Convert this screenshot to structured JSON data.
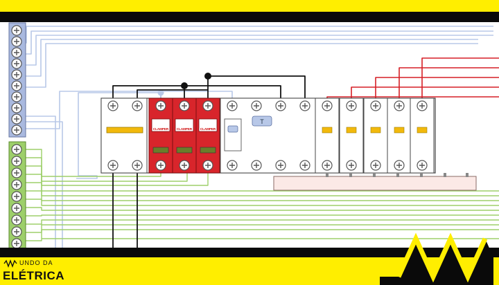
{
  "colors": {
    "frame_yellow": "#ffee00",
    "frame_black": "#0a0a0a",
    "neutral_bar": "#a9b9df",
    "ground_bar": "#9dcf6a",
    "dps_red": "#d8252b",
    "phase_wire": "#d61f26",
    "neutral_wire": "#b8c8e8",
    "ground_wire": "#9dcf6a",
    "breaker_indicator": "#f2b90c"
  },
  "components": {
    "dps_brand": "CLAMPER",
    "dr_label": "T"
  },
  "logo": {
    "line1": "UNDO DA",
    "line2": "ELÉTRICA"
  }
}
